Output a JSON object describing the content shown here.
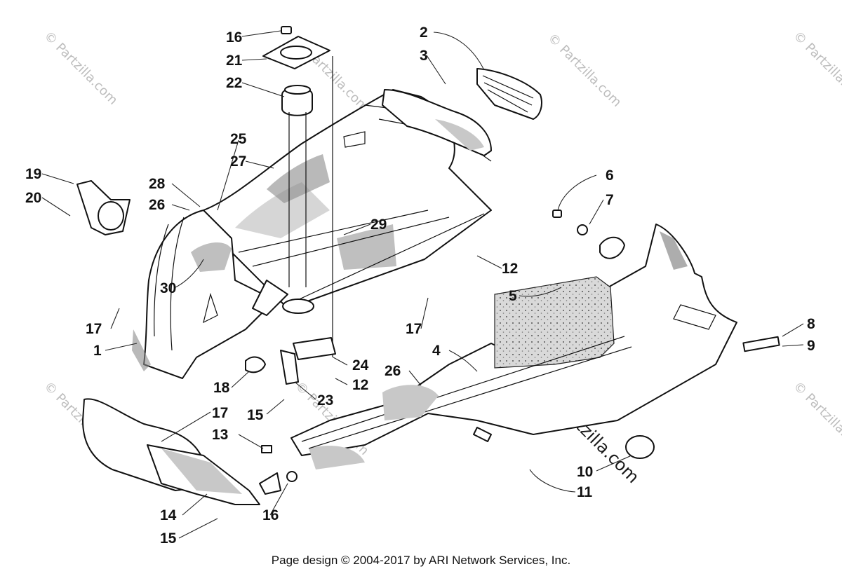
{
  "footer": "Page design © 2004-2017 by ARI Network Services, Inc.",
  "watermark": "© Partzilla.com",
  "callouts": [
    {
      "id": "c16a",
      "label": "16"
    },
    {
      "id": "c21",
      "label": "21"
    },
    {
      "id": "c22",
      "label": "22"
    },
    {
      "id": "c2",
      "label": "2"
    },
    {
      "id": "c3",
      "label": "3"
    },
    {
      "id": "c25",
      "label": "25"
    },
    {
      "id": "c27",
      "label": "27"
    },
    {
      "id": "c19",
      "label": "19"
    },
    {
      "id": "c20",
      "label": "20"
    },
    {
      "id": "c28",
      "label": "28"
    },
    {
      "id": "c26a",
      "label": "26"
    },
    {
      "id": "c29",
      "label": "29"
    },
    {
      "id": "c6",
      "label": "6"
    },
    {
      "id": "c7",
      "label": "7"
    },
    {
      "id": "c30",
      "label": "30"
    },
    {
      "id": "c12a",
      "label": "12"
    },
    {
      "id": "c5",
      "label": "5"
    },
    {
      "id": "c17a",
      "label": "17"
    },
    {
      "id": "c17b",
      "label": "17"
    },
    {
      "id": "c1",
      "label": "1"
    },
    {
      "id": "c4",
      "label": "4"
    },
    {
      "id": "c8",
      "label": "8"
    },
    {
      "id": "c9",
      "label": "9"
    },
    {
      "id": "c24",
      "label": "24"
    },
    {
      "id": "c18",
      "label": "18"
    },
    {
      "id": "c26b",
      "label": "26"
    },
    {
      "id": "c12b",
      "label": "12"
    },
    {
      "id": "c23",
      "label": "23"
    },
    {
      "id": "c15a",
      "label": "15"
    },
    {
      "id": "c17c",
      "label": "17"
    },
    {
      "id": "c13",
      "label": "13"
    },
    {
      "id": "c10",
      "label": "10"
    },
    {
      "id": "c11",
      "label": "11"
    },
    {
      "id": "c14",
      "label": "14"
    },
    {
      "id": "c16b",
      "label": "16"
    },
    {
      "id": "c15b",
      "label": "15"
    }
  ]
}
